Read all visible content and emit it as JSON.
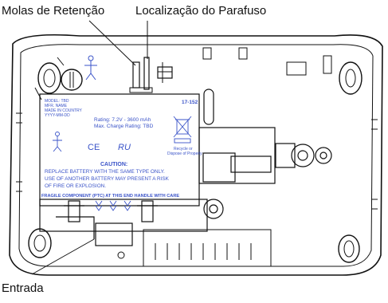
{
  "callouts": {
    "retention_springs": "Molas de Retenção",
    "screw_location": "Localização do Parafuso",
    "inlet": "Entrada"
  },
  "battery_label": {
    "model_lines": [
      "MODEL: TBD",
      "MFR. NAME",
      "MADE IN COUNTRY",
      "YYYY-MM-DD"
    ],
    "part_number": "17-152",
    "rating_line1": "Rating: 7.2V - 3600 mAh",
    "rating_line2": "Max. Charge Rating: TBD",
    "recycle_line1": "Recycle or",
    "recycle_line2": "Dispose of Properly",
    "ce_mark": "CE",
    "ul_mark": "RU",
    "caution_title": "CAUTION:",
    "caution_lines": [
      "REPLACE BATTERY WITH THE SAME TYPE ONLY.",
      "USE OF ANOTHER BATTERY MAY PRESENT A RISK",
      "OF FIRE OR EXPLOSION."
    ],
    "fragile_line": "FRAGILE COMPONENT (PTC) AT THIS END HANDLE WITH CARE"
  },
  "colors": {
    "line": "#111111",
    "label_text": "#3a53c8",
    "background": "#ffffff"
  }
}
